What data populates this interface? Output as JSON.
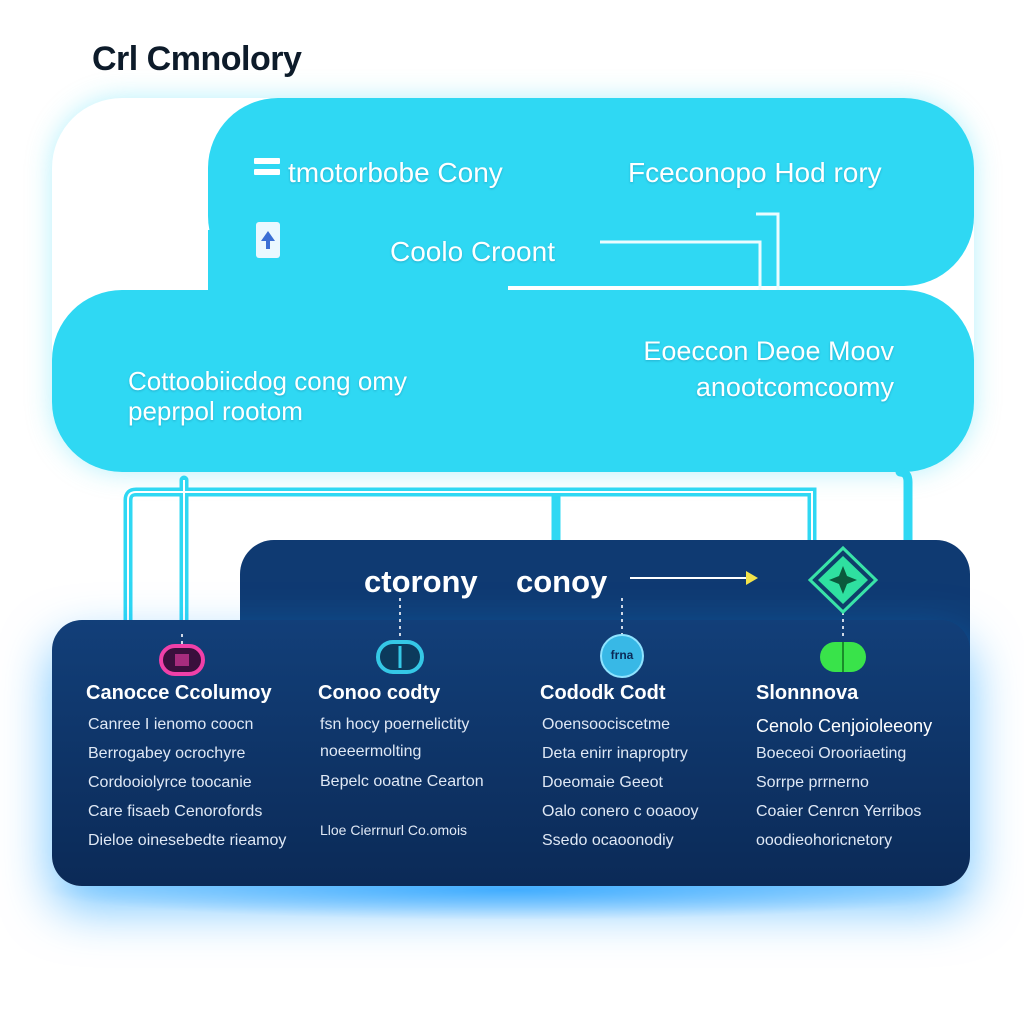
{
  "title": "Crl Cmnolory",
  "top_section": {
    "heading_left": "tmotorbobe Cony",
    "heading_right": "Fceconopo Hod rory",
    "center_label": "Coolo Croont",
    "left_block": [
      "Cottoobiicdog cong omy",
      "peprpol rootom"
    ],
    "right_block": [
      "Eoeccon Deoe Moov",
      "anootcomcoomy"
    ]
  },
  "panel": {
    "heading_left": "ctorony",
    "heading_right": "conoy",
    "columns": [
      {
        "title": "Canocce Ccolumoy",
        "node_color": "#e0208c",
        "items": [
          "Canree I ienomo coocn",
          "Berrogabey ocrochyre",
          "Cordooiolyrce toocanie",
          "Care fisaeb Cenorofords",
          "Dieloe oinesebedte rieamoy"
        ]
      },
      {
        "title": "Conoo codty",
        "node_color": "#35c8e6",
        "items": [
          "fsn hocy poernelictity",
          "noeeermolting",
          "Bepelc ooatne Cearton",
          "",
          "Lloe Cierrnurl Co.omois"
        ]
      },
      {
        "title": "Cododk Codt",
        "node_color": "#38b8e6",
        "node_label": "frna",
        "items": [
          "Ooensoociscetme",
          "Deta enirr inaproptry",
          "Doeomaie Geeot",
          "Oalo conero c ooaooy",
          "Ssedo ocaoonodiy"
        ]
      },
      {
        "title": "Slonnnova",
        "node_color": "#39e34a",
        "items": [
          "Cenolo Cenjoioleeony",
          "Boeceoi Orooriaeting",
          "Sorrpe prrnerno",
          "Coaier Cenrcn Yerribos",
          "ooodieohoricnetory"
        ]
      }
    ]
  },
  "colors": {
    "cloud": "#2fd8f3",
    "panel": "#0f3a72",
    "accent_green": "#39e34a"
  }
}
